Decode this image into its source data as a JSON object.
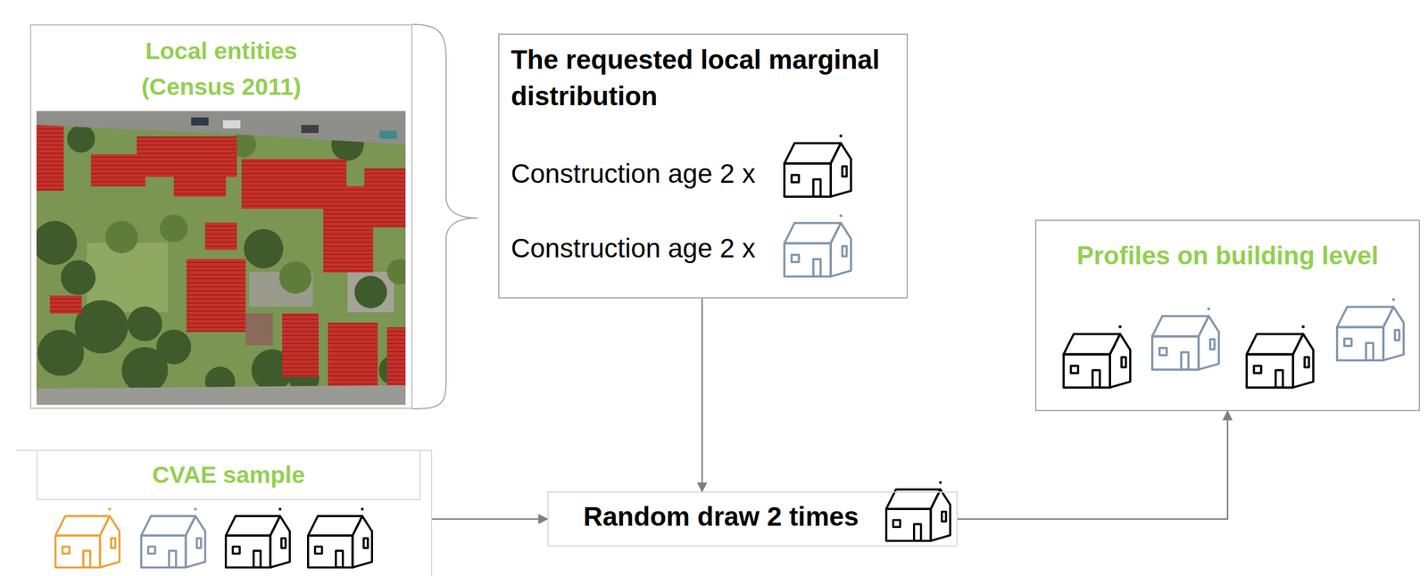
{
  "diagram": {
    "nodes": [
      {
        "text": [
          "Local entities (Census 2011)"
        ]
      },
      {
        "text": [
          "The requested local marginal distribution",
          "Construction age 2 x",
          "Construction age 2 x"
        ]
      },
      {
        "text": [
          "Profiles on building level"
        ]
      },
      {
        "text": [
          "CVAE sample"
        ]
      },
      {
        "text": [
          "Random draw 2 times"
        ]
      }
    ],
    "edges": [
      {
        "from": 1,
        "to": 4,
        "arrow": "to"
      },
      {
        "from": 3,
        "to": 4,
        "arrow": "to"
      },
      {
        "from": 4,
        "to": 2,
        "arrow": "to"
      }
    ]
  }
}
